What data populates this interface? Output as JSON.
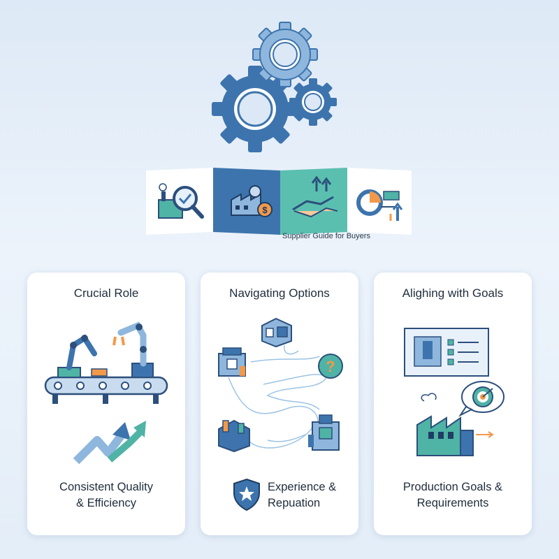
{
  "strip": {
    "caption": "Supplier Guide for Buyers"
  },
  "cards": [
    {
      "title": "Crucial Role",
      "caption": "Consistent Quality\n& Efficiency"
    },
    {
      "title": "Navigating Options",
      "caption": "Experience &\nRepuation"
    },
    {
      "title": "Alighing with Goals",
      "caption": "Production Goals &\nRequirements"
    }
  ],
  "colors": {
    "primary_blue": "#3d74ad",
    "light_blue": "#8fb7dd",
    "teal": "#4fb3a5",
    "navy": "#2c4f7c",
    "orange": "#f2994a"
  },
  "icons": {
    "header": "gears-icon",
    "strip": [
      "factory-quality-check-icon",
      "factory-cost-icon",
      "handshake-growth-icon",
      "analytics-target-icon"
    ],
    "card1": [
      "conveyor-robot-arms-icon",
      "rising-arrows-icon"
    ],
    "card2": [
      "supplier-network-icon",
      "shield-star-icon"
    ],
    "card3": [
      "blueprint-checklist-icon",
      "factory-target-icon"
    ]
  }
}
